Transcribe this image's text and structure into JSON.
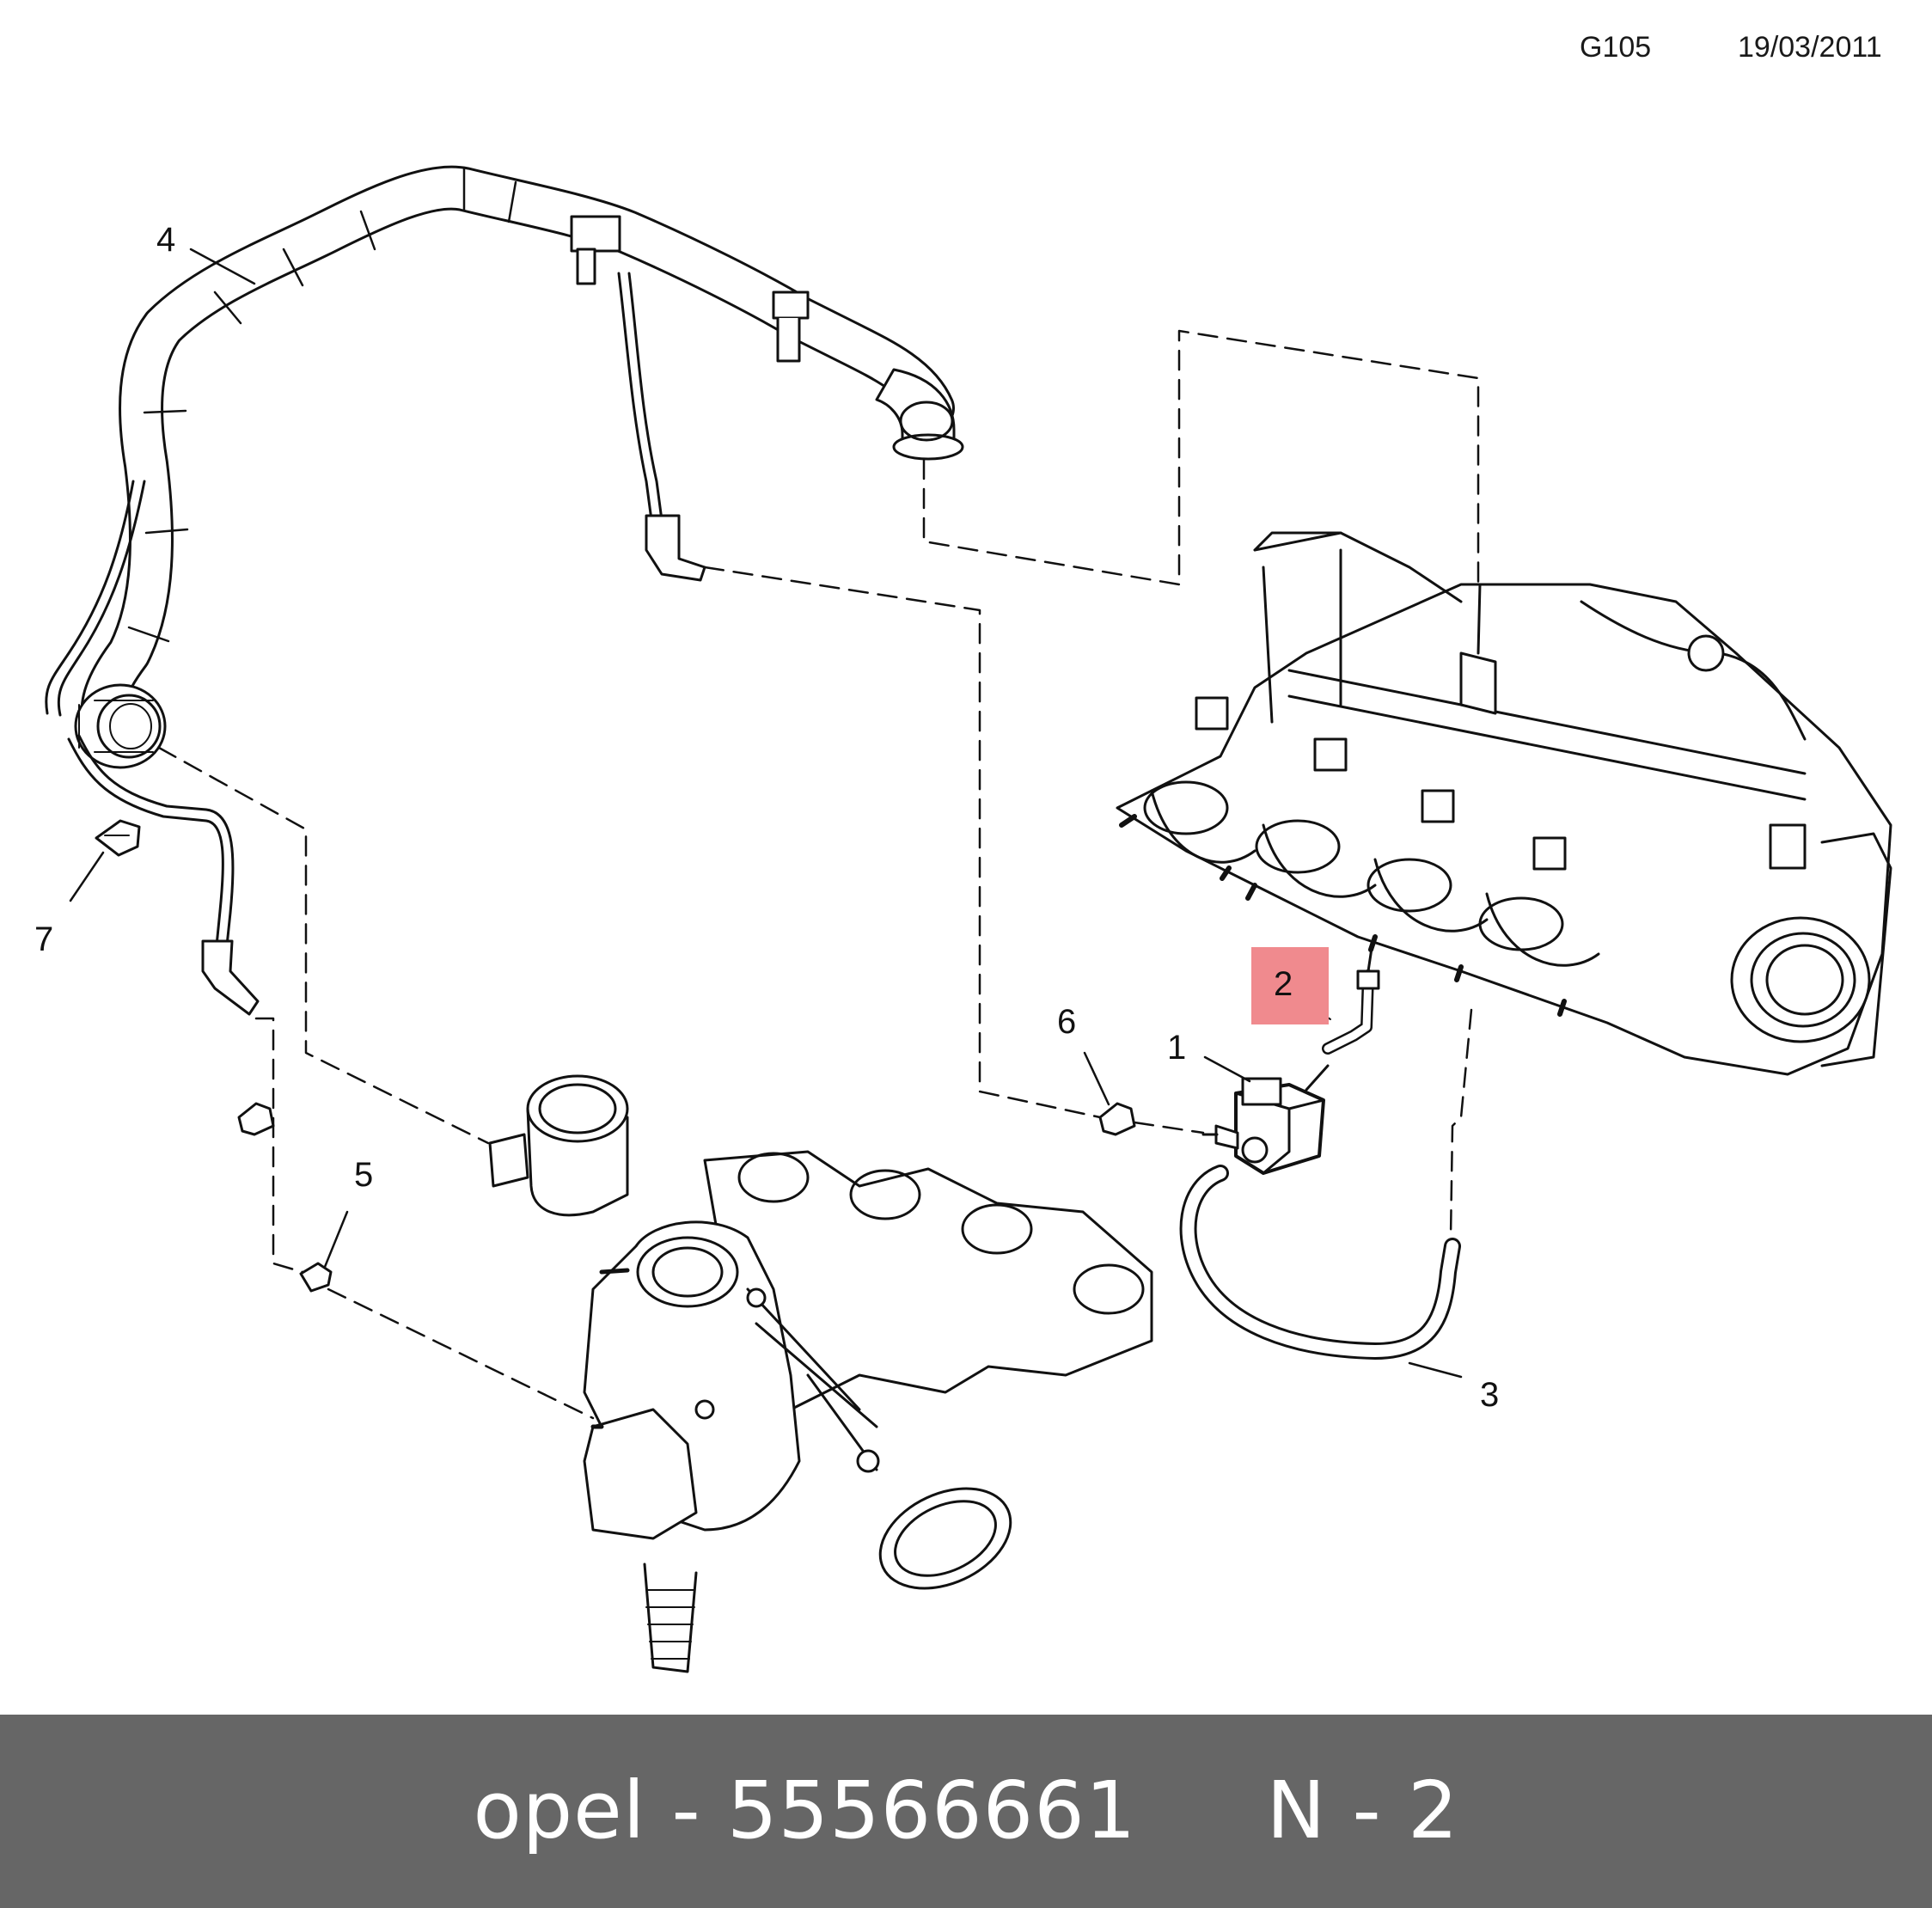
{
  "header": {
    "code": "G105",
    "date": "19/03/2011"
  },
  "callouts": [
    {
      "id": "1",
      "label": "1"
    },
    {
      "id": "2",
      "label": "2",
      "highlight_color": "#f08a8e"
    },
    {
      "id": "3",
      "label": "3"
    },
    {
      "id": "4",
      "label": "4"
    },
    {
      "id": "5",
      "label": "5"
    },
    {
      "id": "6",
      "label": "6"
    },
    {
      "id": "7",
      "label": "7"
    }
  ],
  "footer": {
    "text": "opel - 55566661     N - 2",
    "background": "#666666"
  }
}
